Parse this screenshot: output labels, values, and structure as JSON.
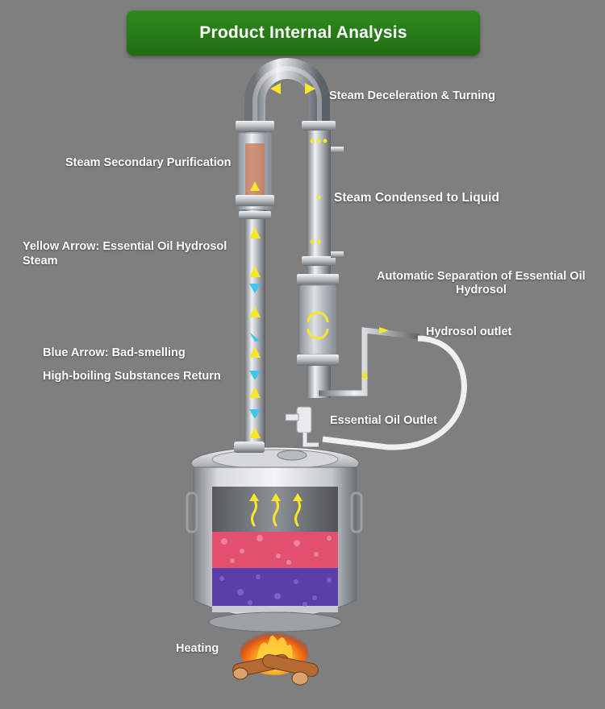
{
  "title": "Product Internal Analysis",
  "labels": {
    "steam_deceleration": "Steam Deceleration & Turning",
    "steam_secondary_purification": "Steam Secondary Purification",
    "steam_condensed": "Steam Condensed to Liquid",
    "yellow_arrow_line1": "Yellow Arrow: Essential Oil Hydrosol",
    "yellow_arrow_line2": "Steam",
    "auto_separation_line1": "Automatic Separation of Essential Oil",
    "auto_separation_line2": "Hydrosol",
    "hydrosol_outlet": "Hydrosol outlet",
    "blue_arrow_line1": "Blue Arrow: Bad-smelling",
    "blue_arrow_line2": "High-boiling Substances Return",
    "essential_oil_outlet": "Essential Oil Outlet",
    "heating": "Heating"
  },
  "colors": {
    "background": "#7f7f7f",
    "title_green": "#2a8019",
    "steam_arrow": "#f7e62a",
    "return_arrow": "#3fc6f0",
    "petals": "#e2506f",
    "lavender": "#5a3fa8",
    "steel": "#c8ccd0"
  }
}
